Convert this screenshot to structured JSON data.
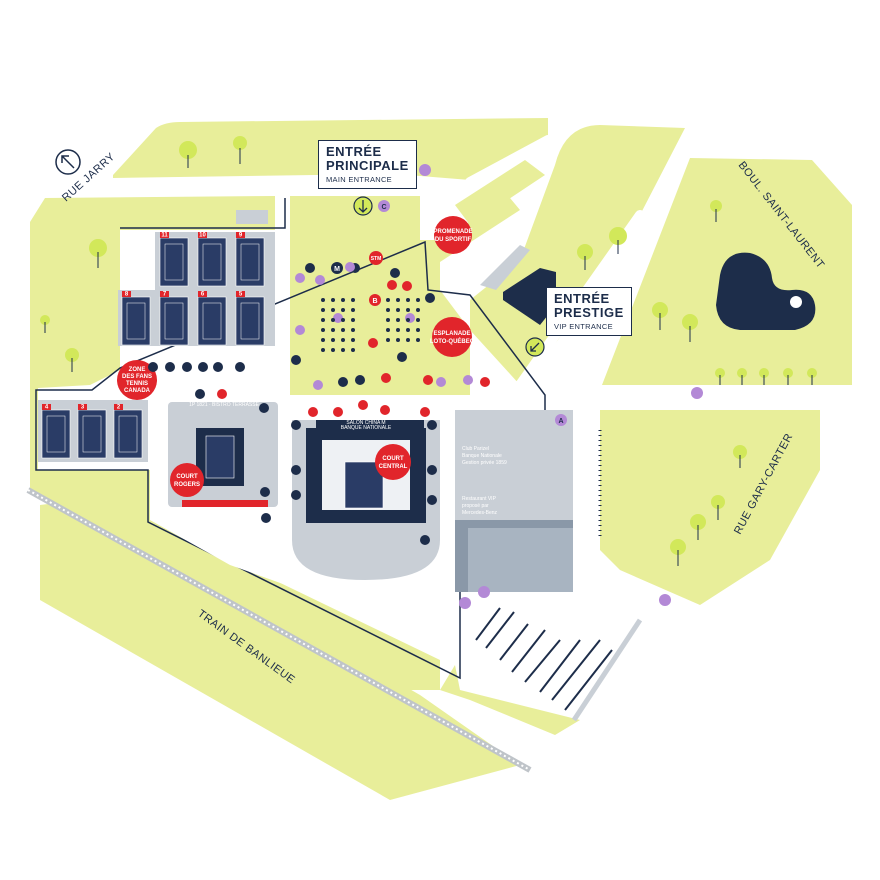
{
  "streets": {
    "rue_jarry": "RUE JARRY",
    "boul_saint_laurent": "BOUL. SAINT-LAURENT",
    "rue_gary_carter": "RUE GARY-CARTER",
    "train": "TRAIN DE BANLIEUE"
  },
  "entrances": {
    "main": {
      "title_line1": "ENTRÉE",
      "title_line2": "PRINCIPALE",
      "subtitle": "MAIN ENTRANCE"
    },
    "prestige": {
      "title_line1": "ENTRÉE",
      "title_line2": "PRESTIGE",
      "subtitle": "VIP ENTRANCE"
    }
  },
  "callouts": {
    "promenade": [
      "PROMENADE",
      "DU SPORTIF"
    ],
    "esplanade": [
      "ESPLANADE",
      "LOTO-QUÉBEC"
    ],
    "zone_fans": [
      "ZONE",
      "DES FANS",
      "TENNIS",
      "CANADA"
    ],
    "court_rogers": [
      "COURT",
      "ROGERS"
    ],
    "court_central": [
      "COURT",
      "CENTRAL"
    ]
  },
  "building_labels": {
    "club": [
      "Club Parizel",
      "Banque Nationale",
      "Gestion privée 1859"
    ],
    "restaurant": [
      "Restaurant VIP",
      "proposé par",
      "Mercedes-Benz"
    ],
    "salon": [
      "SALON CHINA M",
      "BANQUE NATIONALE"
    ],
    "bistro": "1P 1821 · BISTRO TERRASSE"
  },
  "markers": {
    "c": "C",
    "a": "A",
    "b": "B",
    "m": "M",
    "stm": "STM"
  },
  "court_numbers": {
    "north_row": [
      "11",
      "10",
      "9"
    ],
    "middle_row": [
      "8",
      "7",
      "6",
      "5"
    ],
    "west_row": [
      "4",
      "3",
      "2"
    ]
  },
  "colors": {
    "grass": "#e8ee9a",
    "navy": "#1d2d4a",
    "red": "#e1252b",
    "purple": "#b389d6",
    "grey": "#c9cfd6",
    "court": "#2a3c66",
    "tree": "#d2e85a"
  }
}
